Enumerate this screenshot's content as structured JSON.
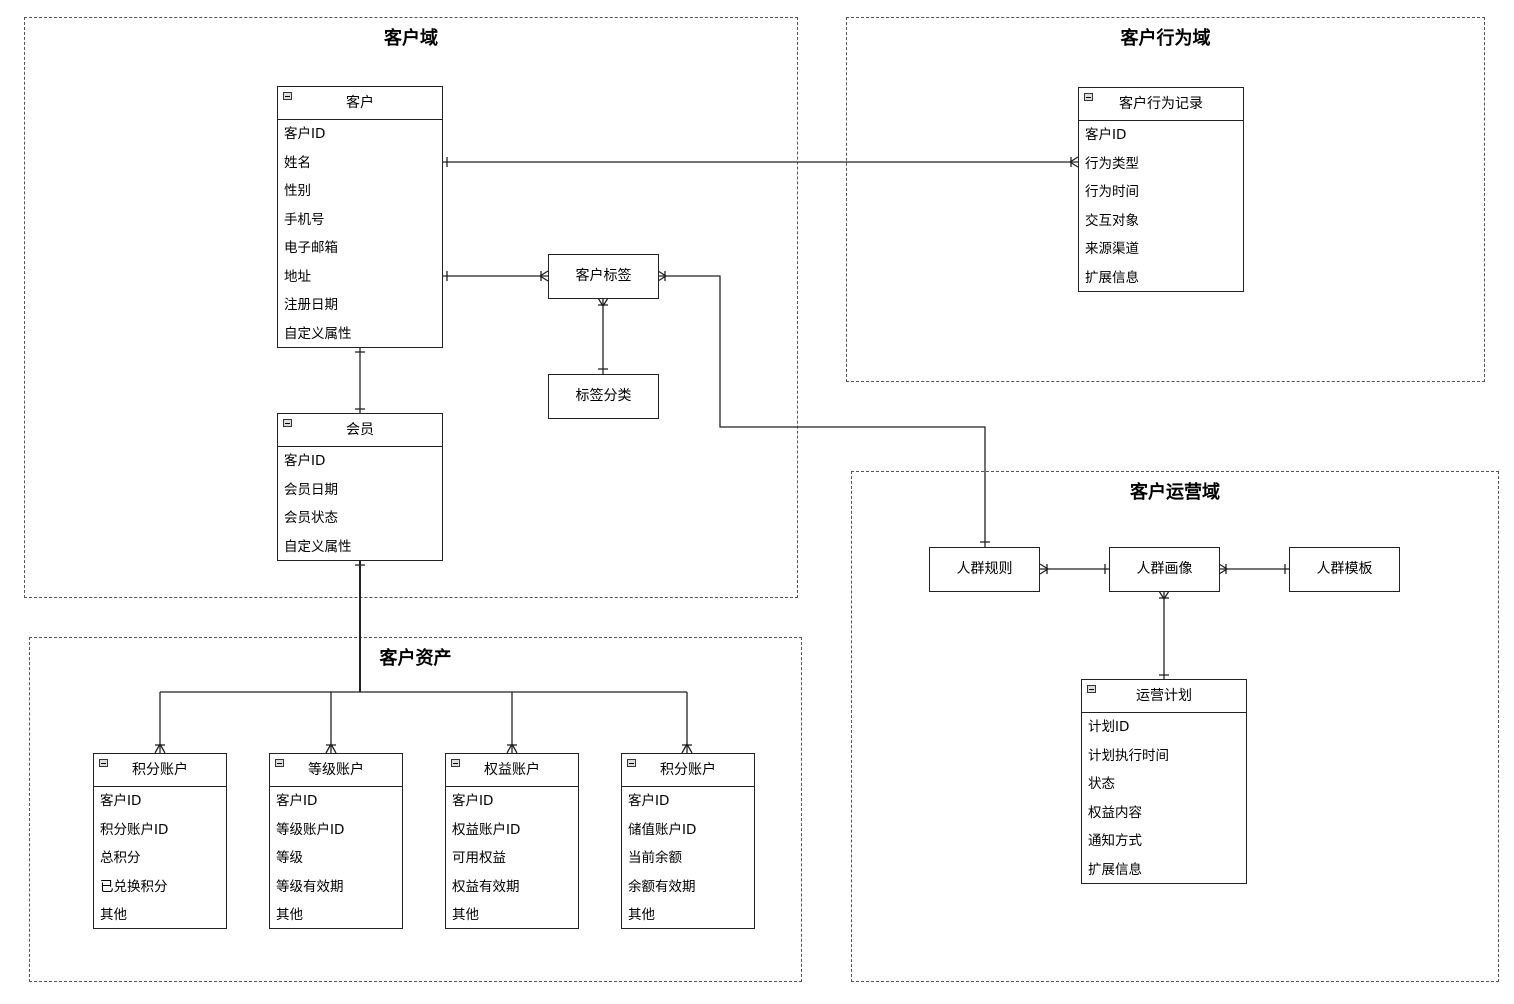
{
  "domains": {
    "customer": {
      "title": "客户域"
    },
    "behavior": {
      "title": "客户行为域"
    },
    "assets": {
      "title": "客户资产"
    },
    "operations": {
      "title": "客户运营域"
    }
  },
  "entities": {
    "customer": {
      "title": "客户",
      "fields": [
        "客户ID",
        "姓名",
        "性别",
        "手机号",
        "电子邮箱",
        "地址",
        "注册日期",
        "自定义属性"
      ]
    },
    "behavior_record": {
      "title": "客户行为记录",
      "fields": [
        "客户ID",
        "行为类型",
        "行为时间",
        "交互对象",
        "来源渠道",
        "扩展信息"
      ]
    },
    "member": {
      "title": "会员",
      "fields": [
        "客户ID",
        "会员日期",
        "会员状态",
        "自定义属性"
      ]
    },
    "points_account": {
      "title": "积分账户",
      "fields": [
        "客户ID",
        "积分账户ID",
        "总积分",
        "已兑换积分",
        "其他"
      ]
    },
    "level_account": {
      "title": "等级账户",
      "fields": [
        "客户ID",
        "等级账户ID",
        "等级",
        "等级有效期",
        "其他"
      ]
    },
    "rights_account": {
      "title": "权益账户",
      "fields": [
        "客户ID",
        "权益账户ID",
        "可用权益",
        "权益有效期",
        "其他"
      ]
    },
    "stored_account": {
      "title": "积分账户",
      "fields": [
        "客户ID",
        "储值账户ID",
        "当前余额",
        "余额有效期",
        "其他"
      ]
    },
    "ops_plan": {
      "title": "运营计划",
      "fields": [
        "计划ID",
        "计划执行时间",
        "状态",
        "权益内容",
        "通知方式",
        "扩展信息"
      ]
    }
  },
  "boxes": {
    "customer_tag": "客户标签",
    "tag_category": "标签分类",
    "crowd_rule": "人群规则",
    "crowd_profile": "人群画像",
    "crowd_template": "人群模板"
  }
}
